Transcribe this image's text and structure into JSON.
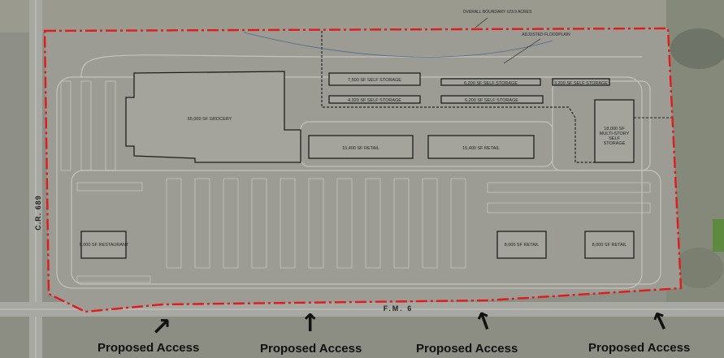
{
  "site": {
    "boundary_note": "OVERALL BOUNDARY ±23.9 ACRES",
    "floodplain_note": "ADJUSTED FLOODPLAIN"
  },
  "roads": {
    "west_road": "C.R. 689",
    "south_road": "F.M. 6"
  },
  "buildings": {
    "grocery": "65,000 SF GROCERY",
    "retail_1": "15,400 SF RETAIL",
    "retail_2": "15,400 SF RETAIL",
    "restaurant": "6,000 SF RESTAURANT",
    "retail_3": "8,000 SF RETAIL",
    "retail_4": "8,000 SF RETAIL",
    "storage_1": "7,500 SF SELF STORAGE",
    "storage_2": "6,200 SF SELF STORAGE",
    "storage_3": "3,200 SF SELF STORAGE",
    "storage_4": "4,320 SF SELF STORAGE",
    "storage_5": "6,200 SF SELF STORAGE",
    "storage_multi_1": "18,000 SF",
    "storage_multi_2": "MULTI-STORY",
    "storage_multi_3": "SELF",
    "storage_multi_4": "STORAGE"
  },
  "access": {
    "a1": "Proposed Access",
    "a2": "Proposed Access",
    "a3": "Proposed Access",
    "a4": "Proposed Access"
  },
  "colors": {
    "boundary": "#e01b1b",
    "background": "#8e8f86"
  },
  "icons": {
    "access_arrow": "arrow-up-icon"
  }
}
